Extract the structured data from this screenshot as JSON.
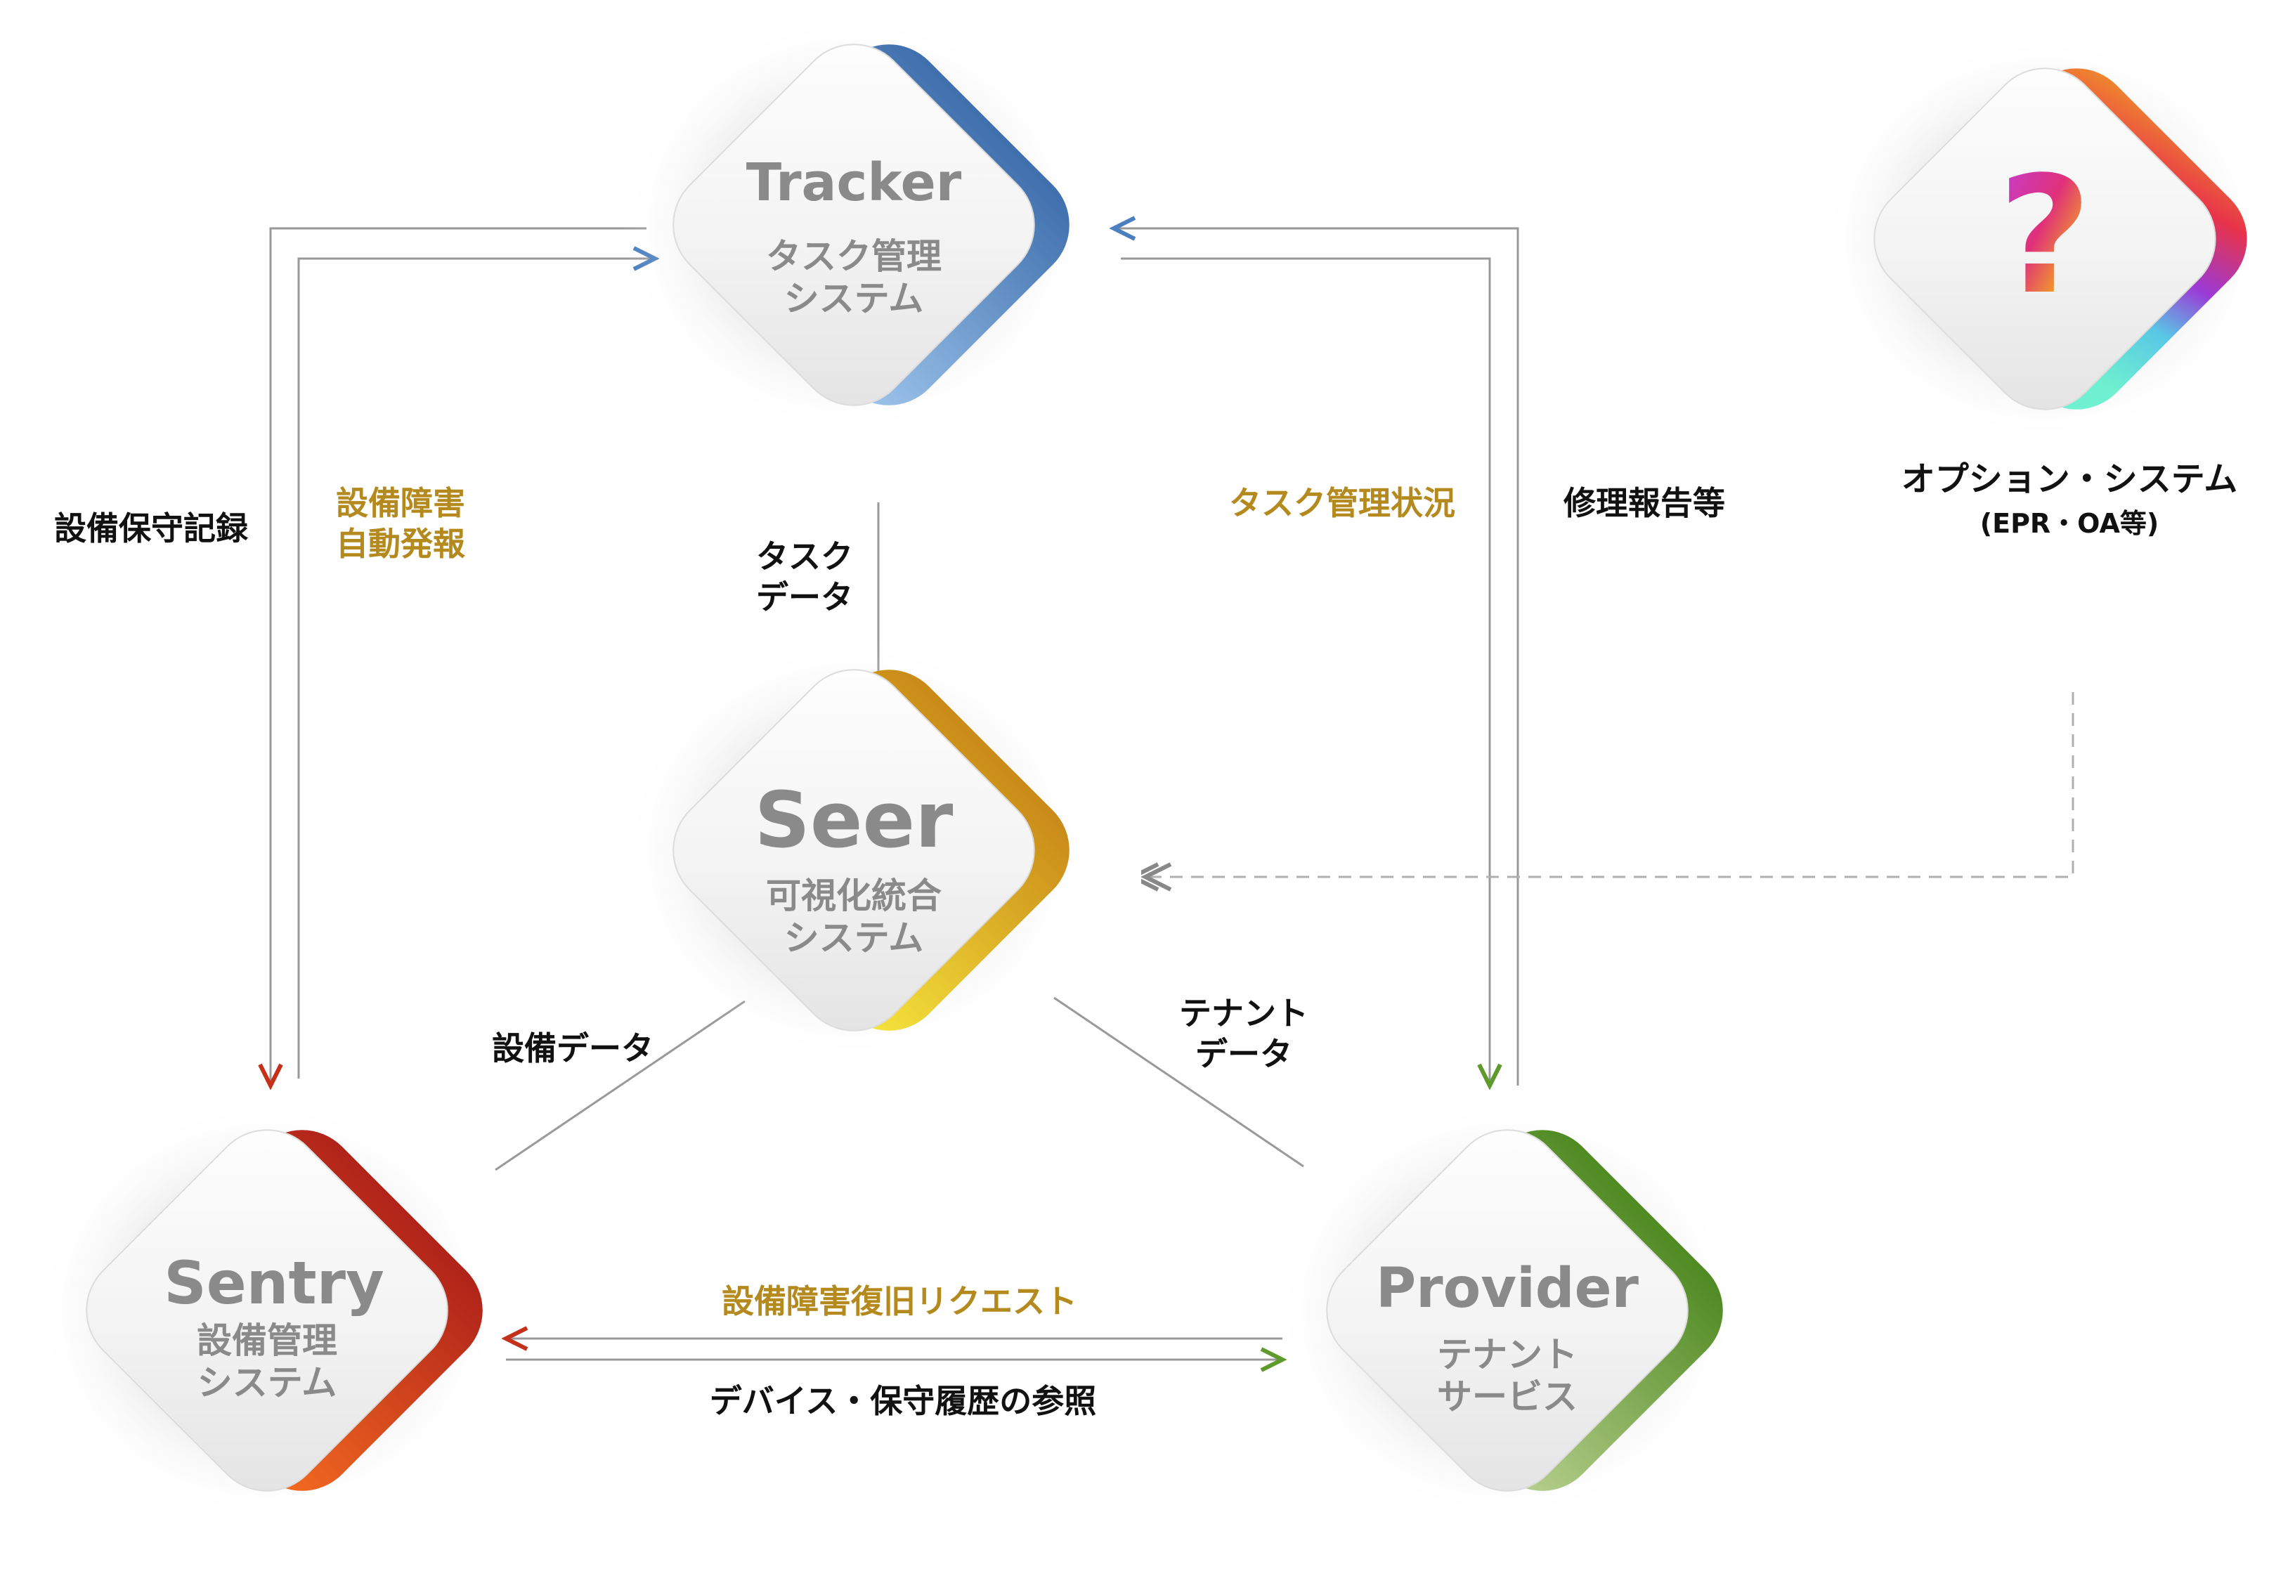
{
  "nodes": {
    "tracker": {
      "title": "Tracker",
      "line1": "タスク管理",
      "line2": "システム",
      "accent": "#4a7fc0",
      "accent_light": "#8fb8e2"
    },
    "seer": {
      "title": "Seer",
      "line1": "可視化統合",
      "line2": "システム",
      "accent": "#d79a1e",
      "accent_light": "#f2dc3a"
    },
    "sentry": {
      "title": "Sentry",
      "line1": "設備管理",
      "line2": "システム",
      "accent": "#c5301a",
      "accent_light": "#f05a1e"
    },
    "provider": {
      "title": "Provider",
      "line1": "テナント",
      "line2": "サービス",
      "accent": "#5e9a2c",
      "accent_light": "#a8c478"
    },
    "option": {
      "title": "?",
      "name": "オプション・システム",
      "sub": "(EPR・OA等)"
    }
  },
  "labels": {
    "maintenance_record": "設備保守記録",
    "fault_auto_line1": "設備障害",
    "fault_auto_line2": "自動発報",
    "task_status": "タスク管理状況",
    "repair_report": "修理報告等",
    "task_data_line1": "タスク",
    "task_data_line2": "データ",
    "equipment_data": "設備データ",
    "tenant_data_line1": "テナント",
    "tenant_data_line2": "データ",
    "fault_recovery_request": "設備障害復旧リクエスト",
    "device_history_ref": "デバイス・保守履歴の参照"
  },
  "colors": {
    "label_dark": "#111111",
    "label_gold": "#b48a1e",
    "node_text": "#8a8a8a",
    "line_gray": "#999999",
    "arrow_blue": "#4a7fc0",
    "arrow_red": "#c5301a",
    "arrow_green": "#5e9a2c",
    "dashed": "#b0b0b0"
  }
}
